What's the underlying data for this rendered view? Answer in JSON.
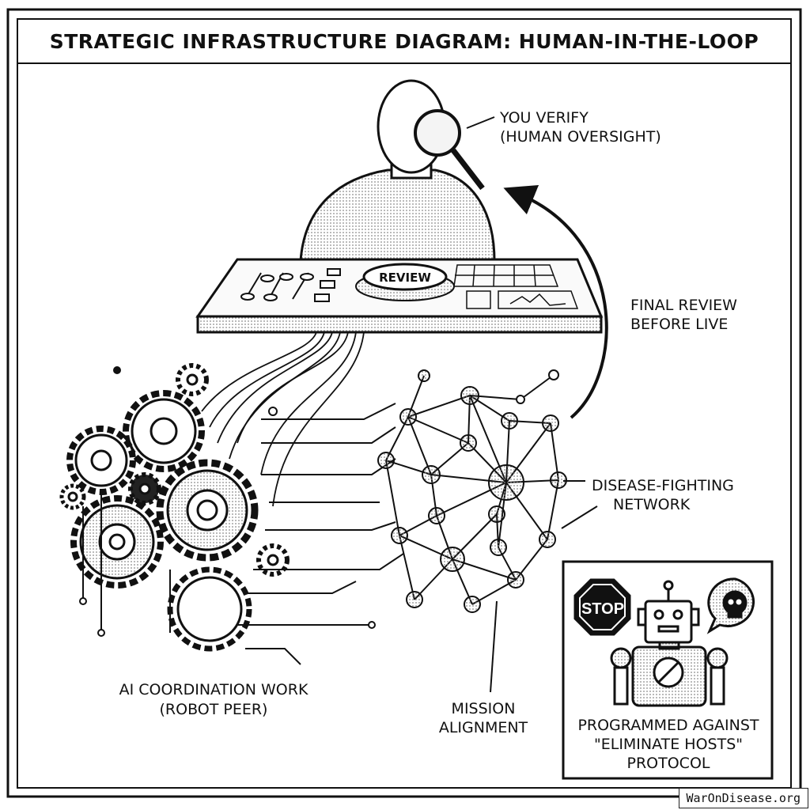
{
  "title": "STRATEGIC INFRASTRUCTURE DIAGRAM: HUMAN-IN-THE-LOOP",
  "labels": {
    "you_verify_1": "YOU VERIFY",
    "you_verify_2": "(HUMAN OVERSIGHT)",
    "review_button": "REVIEW",
    "final_review_1": "FINAL REVIEW",
    "final_review_2": "BEFORE LIVE",
    "network_1": "DISEASE-FIGHTING",
    "network_2": "NETWORK",
    "ai_work_1": "AI COORDINATION WORK",
    "ai_work_2": "(ROBOT PEER)",
    "mission_1": "MISSION",
    "mission_2": "ALIGNMENT",
    "stop_sign": "STOP",
    "programmed_1": "PROGRAMMED AGAINST",
    "programmed_2": "\"ELIMINATE HOSTS\"",
    "programmed_3": "PROTOCOL"
  },
  "watermark": "WarOnDisease.org"
}
